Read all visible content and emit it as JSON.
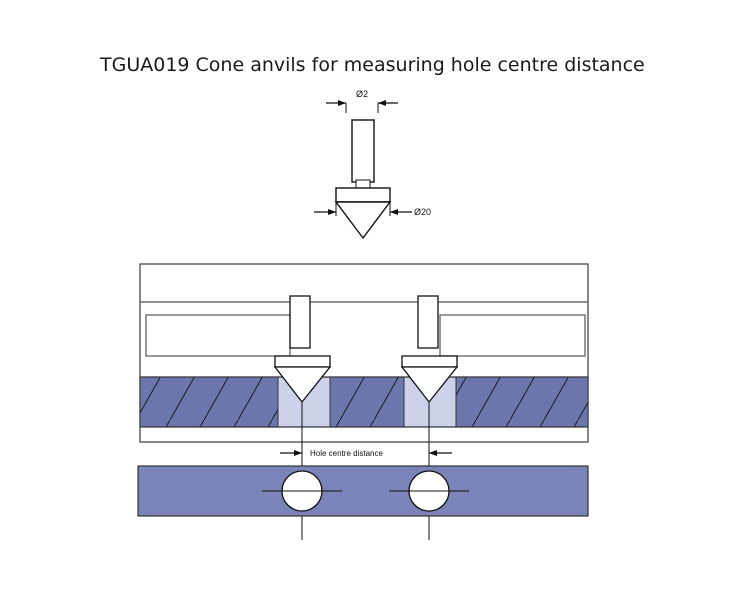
{
  "title": "TGUA019 Cone anvils for measuring hole centre distance",
  "labels": {
    "shank_dim": "Ø2",
    "cone_dim": "Ø20",
    "hole_centre_distance": "Hole centre distance"
  },
  "colors": {
    "hatch_fill": "#6b76ac",
    "hole_fill": "#cdd2ea",
    "plate_fill": "#7a84b8",
    "stroke": "#111111",
    "outline": "#555555"
  }
}
